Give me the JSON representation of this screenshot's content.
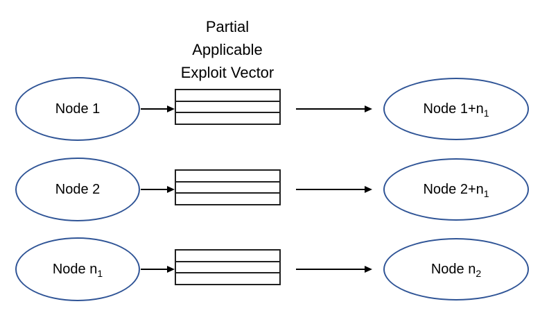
{
  "title": {
    "label": "Partial\nApplicable\nExploit Vector"
  },
  "colors": {
    "background": "#FFFFFF",
    "ellipse_border": "#2F5496",
    "box_border": "#1F1F1F",
    "arrow": "#000000",
    "text": "#000000"
  },
  "box": {
    "cell_count": 3
  },
  "rows": [
    {
      "left": {
        "text": "Node 1",
        "sub": ""
      },
      "right": {
        "text": "Node 1+n",
        "sub": "1"
      }
    },
    {
      "left": {
        "text": "Node 2",
        "sub": ""
      },
      "right": {
        "text": "Node 2+n",
        "sub": "1"
      }
    },
    {
      "left": {
        "text": "Node n",
        "sub": "1"
      },
      "right": {
        "text": "Node n",
        "sub": "2"
      }
    }
  ]
}
